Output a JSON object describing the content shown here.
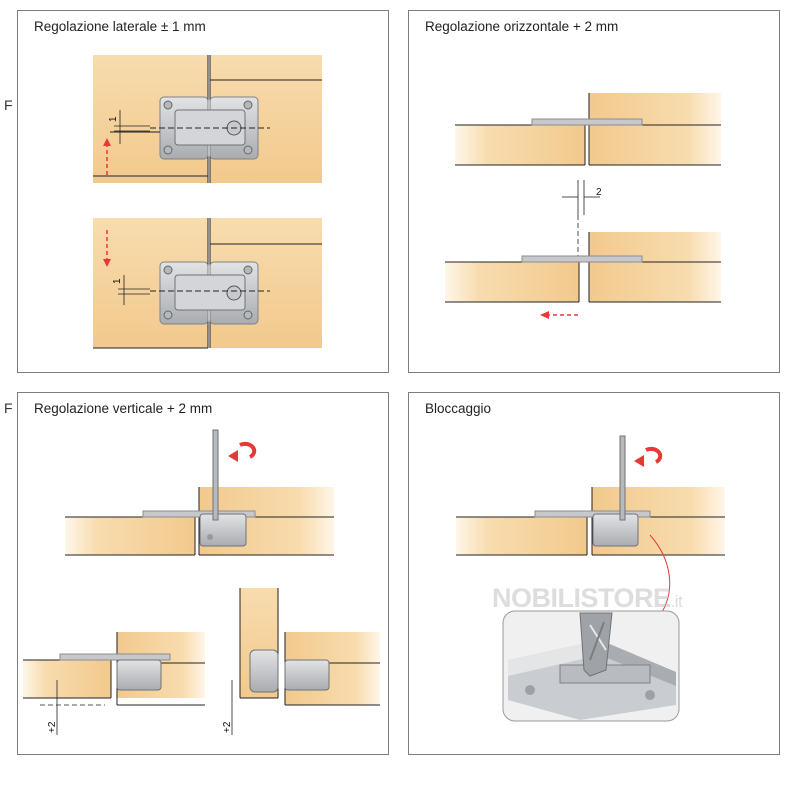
{
  "side_letters": [
    "F",
    "F"
  ],
  "panels": {
    "lateral": {
      "title": "Regolazione laterale ± 1 mm",
      "mark_1": "1",
      "mark_2": "1"
    },
    "horizontal": {
      "title": "Regolazione orizzontale + 2 mm",
      "dim": "2"
    },
    "vertical": {
      "title": "Regolazione verticale + 2 mm",
      "dim_a": "+2",
      "dim_b": "+2"
    },
    "locking": {
      "title": "Bloccaggio"
    }
  },
  "watermark": {
    "brand": "NOBILISTORE",
    "suffix": ".it"
  },
  "colors": {
    "wood": "#f6d6a2",
    "wood_dark": "#e9b978",
    "metal": "#c4c6c9",
    "metal_dark": "#8a8d91",
    "arrow_red": "#e53935",
    "frame": "#7d7d7d"
  }
}
